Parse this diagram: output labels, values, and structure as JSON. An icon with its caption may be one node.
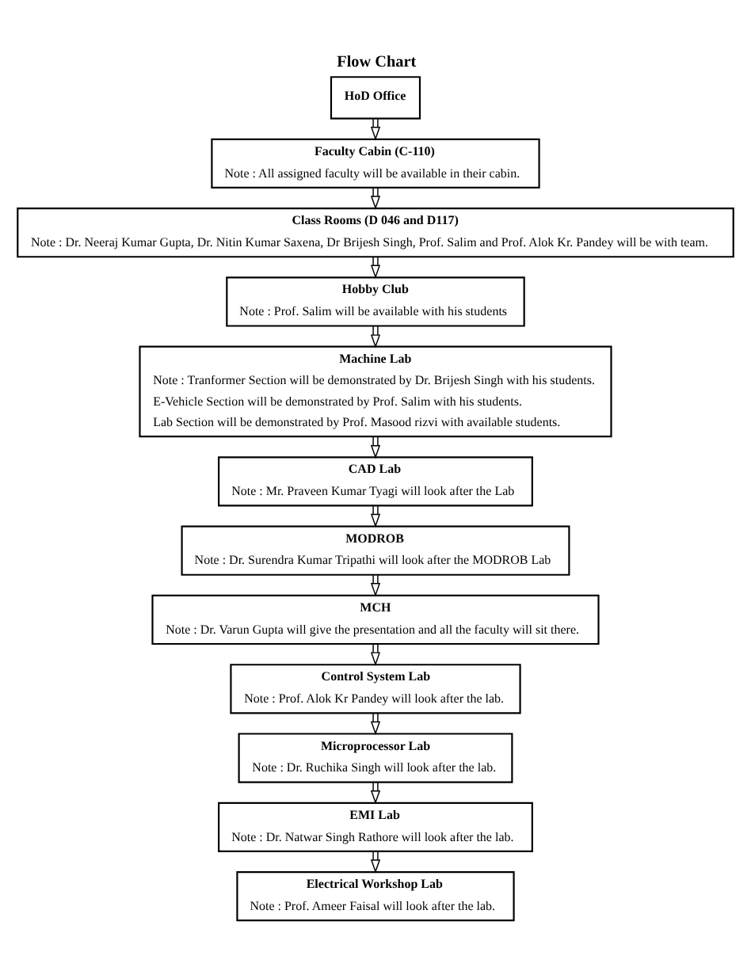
{
  "diagram": {
    "title": "Flow Chart",
    "nodes": [
      {
        "text": [
          "HoD Office"
        ]
      },
      {
        "text": [
          "Faculty Cabin (C-110)",
          "Note : All assigned faculty will be available in their cabin."
        ]
      },
      {
        "text": [
          "Class Rooms (D 046 and D117)",
          "Note : Dr. Neeraj Kumar Gupta, Dr. Nitin Kumar Saxena, Dr Brijesh Singh, Prof. Salim and Prof. Alok Kr. Pandey will be with team."
        ]
      },
      {
        "text": [
          "Hobby Club",
          "Note : Prof. Salim will be available with his students"
        ]
      },
      {
        "text": [
          "Machine Lab",
          "Note : Tranformer Section will be demonstrated by Dr. Brijesh Singh with his students.",
          "E-Vehicle Section will be demonstrated by Prof. Salim with his students.",
          "Lab Section will be demonstrated by Prof. Masood rizvi with available students."
        ]
      },
      {
        "text": [
          "CAD Lab",
          "Note : Mr. Praveen Kumar Tyagi will look after the Lab"
        ]
      },
      {
        "text": [
          "MODROB",
          "Note : Dr. Surendra Kumar Tripathi will look after the MODROB Lab"
        ]
      },
      {
        "text": [
          "MCH",
          "Note : Dr. Varun Gupta will give the presentation and all the faculty will sit there."
        ]
      },
      {
        "text": [
          "Control System Lab",
          "Note : Prof. Alok Kr Pandey will look after the lab."
        ]
      },
      {
        "text": [
          "Microprocessor Lab",
          "Note : Dr. Ruchika Singh will look after the lab."
        ]
      },
      {
        "text": [
          "EMI Lab",
          "Note : Dr. Natwar Singh Rathore will look after the lab."
        ]
      },
      {
        "text": [
          "Electrical Workshop Lab",
          "Note : Prof. Ameer Faisal will look after the lab."
        ]
      }
    ],
    "edges": [
      {
        "from": 0,
        "to": 1,
        "arrow": "to"
      },
      {
        "from": 1,
        "to": 2,
        "arrow": "to"
      },
      {
        "from": 2,
        "to": 3,
        "arrow": "to"
      },
      {
        "from": 3,
        "to": 4,
        "arrow": "to"
      },
      {
        "from": 4,
        "to": 5,
        "arrow": "to"
      },
      {
        "from": 5,
        "to": 6,
        "arrow": "to"
      },
      {
        "from": 6,
        "to": 7,
        "arrow": "to"
      },
      {
        "from": 7,
        "to": 8,
        "arrow": "to"
      },
      {
        "from": 8,
        "to": 9,
        "arrow": "to"
      },
      {
        "from": 9,
        "to": 10,
        "arrow": "to"
      },
      {
        "from": 10,
        "to": 11,
        "arrow": "to"
      }
    ]
  }
}
